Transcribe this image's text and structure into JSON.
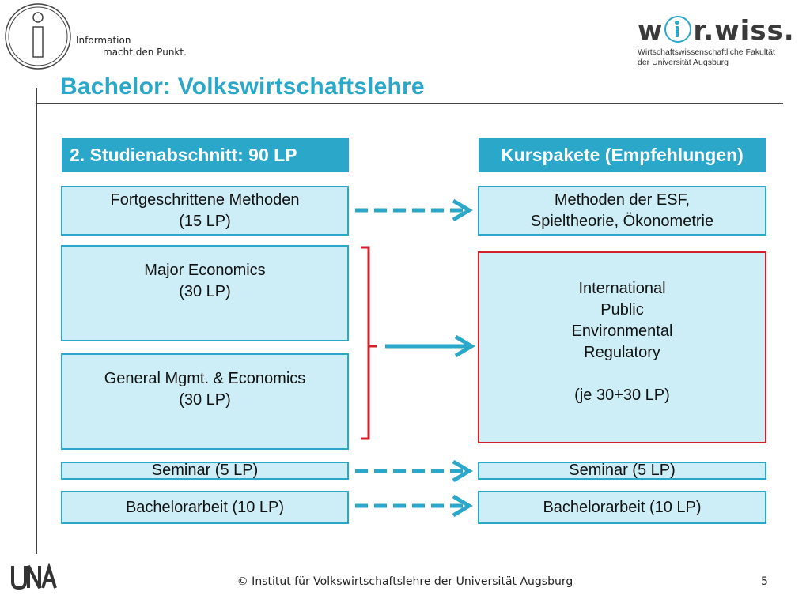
{
  "header": {
    "tagline_line1": "Information",
    "tagline_line2": "macht den Punkt.",
    "brand_text": "w ir.wiss.",
    "brand_sub_line1": "Wirtschaftswissenschaftliche Fakultät",
    "brand_sub_line2": "der Universität Augsburg"
  },
  "title": "Bachelor: Volkswirtschaftslehre",
  "left_header": "2. Studienabschnitt:  90 LP",
  "right_header": "Kurspakete (Empfehlungen)",
  "left_boxes": [
    {
      "line1": "Fortgeschrittene Methoden",
      "line2": "(15 LP)"
    },
    {
      "line1": "Major Economics",
      "line2": "(30 LP)"
    },
    {
      "line1": "General Mgmt. & Economics",
      "line2": "(30 LP)"
    },
    {
      "line1": "Seminar (5 LP)"
    },
    {
      "line1": "Bachelorarbeit (10 LP)"
    }
  ],
  "right_boxes": [
    {
      "line1": "Methoden der ESF,",
      "line2": "Spieltheorie, Ökonometrie"
    },
    {
      "lines": [
        "International",
        "Public",
        "Environmental",
        "Regulatory",
        "",
        "(je 30+30 LP)"
      ]
    },
    {
      "line1": "Seminar (5 LP)"
    },
    {
      "line1": "Bachelorarbeit (10 LP)"
    }
  ],
  "footer": {
    "copyright": "© Institut für Volkswirtschaftslehre der Universität Augsburg",
    "page_number": "5",
    "uni_logo_text": "UNA"
  },
  "colors": {
    "accent": "#2aa7c9",
    "box_fill": "#cdeef6",
    "highlight_border": "#d0202a",
    "bracket": "#d0202a"
  }
}
